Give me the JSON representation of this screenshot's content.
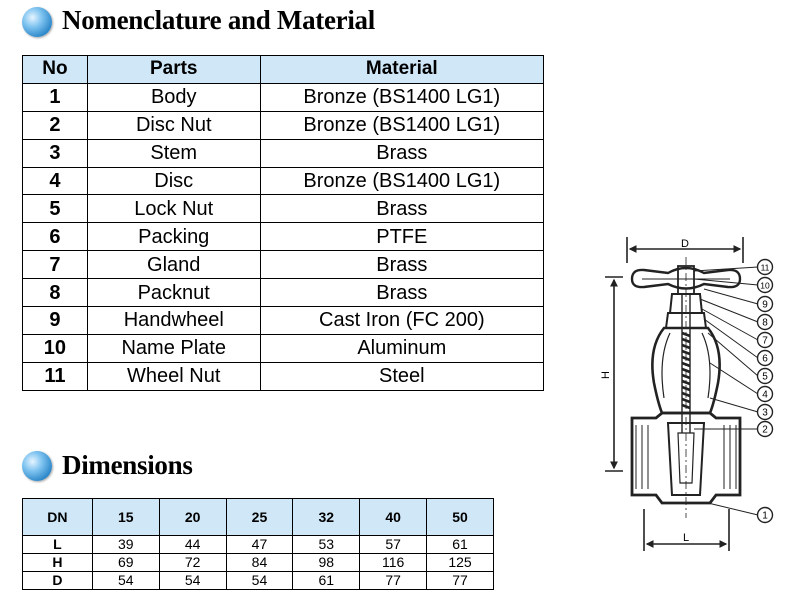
{
  "nomenclature": {
    "title": "Nomenclature and Material",
    "headers": {
      "no": "No",
      "parts": "Parts",
      "material": "Material"
    },
    "rows": [
      {
        "no": "1",
        "part": "Body",
        "material": "Bronze (BS1400 LG1)"
      },
      {
        "no": "2",
        "part": "Disc Nut",
        "material": "Bronze (BS1400 LG1)"
      },
      {
        "no": "3",
        "part": "Stem",
        "material": "Brass"
      },
      {
        "no": "4",
        "part": "Disc",
        "material": "Bronze (BS1400 LG1)"
      },
      {
        "no": "5",
        "part": "Lock Nut",
        "material": "Brass"
      },
      {
        "no": "6",
        "part": "Packing",
        "material": "PTFE"
      },
      {
        "no": "7",
        "part": "Gland",
        "material": "Brass"
      },
      {
        "no": "8",
        "part": "Packnut",
        "material": "Brass"
      },
      {
        "no": "9",
        "part": "Handwheel",
        "material": "Cast Iron (FC 200)"
      },
      {
        "no": "10",
        "part": "Name Plate",
        "material": "Aluminum"
      },
      {
        "no": "11",
        "part": "Wheel Nut",
        "material": "Steel"
      }
    ]
  },
  "dimensions": {
    "title": "Dimensions",
    "header_label": "DN",
    "sizes": [
      "15",
      "20",
      "25",
      "32",
      "40",
      "50"
    ],
    "rows": [
      {
        "label": "L",
        "values": [
          "39",
          "44",
          "47",
          "53",
          "57",
          "61"
        ]
      },
      {
        "label": "H",
        "values": [
          "69",
          "72",
          "84",
          "98",
          "116",
          "125"
        ]
      },
      {
        "label": "D",
        "values": [
          "54",
          "54",
          "54",
          "61",
          "77",
          "77"
        ]
      }
    ]
  },
  "drawing": {
    "dim_labels": {
      "d": "D",
      "h": "H",
      "l": "L"
    },
    "callouts": [
      "11",
      "10",
      "9",
      "8",
      "7",
      "6",
      "5",
      "4",
      "3",
      "2",
      "1"
    ]
  },
  "colors": {
    "header_fill": "#cfe7f7",
    "bullet": "#2b86c8"
  }
}
